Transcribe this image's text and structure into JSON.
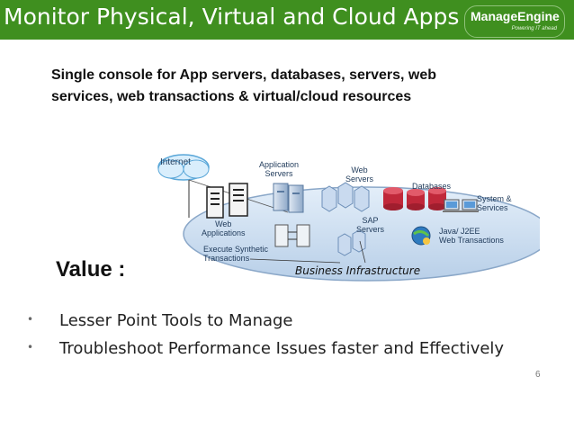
{
  "header": {
    "title": "Monitor Physical, Virtual and Cloud Apps",
    "brand": "ManageEngine",
    "brand_tagline": "Powering IT ahead"
  },
  "subtitle": "Single console for App servers, databases, servers, web services, web transactions & virtual/cloud resources",
  "diagram": {
    "labels": {
      "internet": "Internet",
      "application_servers": "Application\nServers",
      "web_servers": "Web\nServers",
      "databases": "Databases",
      "system_services": "System &\nServices",
      "web_applications": "Web\nApplications",
      "sap_servers": "SAP\nServers",
      "java_j2ee": "Java/ J2EE\nWeb Transactions",
      "execute_synthetic": "Execute Synthetic\nTransactions",
      "business_infrastructure": "Business Infrastructure"
    }
  },
  "value_title": "Value :",
  "bullets": [
    "Lesser Point Tools to Manage",
    "Troubleshoot Performance Issues faster and Effectively"
  ],
  "page_number": "6",
  "colors": {
    "header_green": "#3f8f1f",
    "ellipse_blue": "#c9dcef",
    "db_red": "#c0283a"
  }
}
